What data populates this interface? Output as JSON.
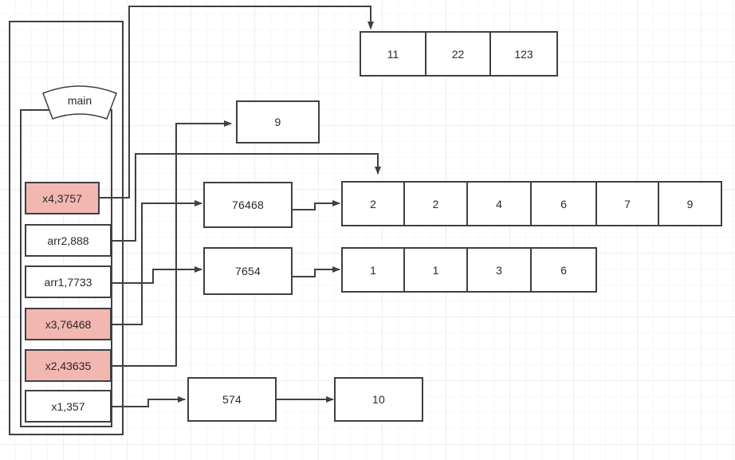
{
  "diagram": {
    "title_shape_label": "main",
    "colors": {
      "stroke": "#3c4144",
      "highlight_fill": "#f3b7b1",
      "node_fill": "#ffffff",
      "grid_minor": "#f7f7f7",
      "grid_major": "#ededed"
    },
    "stack": {
      "name": "main-stack-frame",
      "variables": [
        {
          "label": "x4,3757",
          "highlighted": true
        },
        {
          "label": "arr2,888",
          "highlighted": false
        },
        {
          "label": "arr1,7733",
          "highlighted": false
        },
        {
          "label": "x3,76468",
          "highlighted": true
        },
        {
          "label": "x2,43635",
          "highlighted": true
        },
        {
          "label": "x1,357",
          "highlighted": false
        }
      ]
    },
    "heap_boxes": [
      {
        "name": "box-9",
        "label": "9"
      },
      {
        "name": "box-76468",
        "label": "76468"
      },
      {
        "name": "box-7654",
        "label": "7654"
      },
      {
        "name": "box-574",
        "label": "574"
      },
      {
        "name": "box-10",
        "label": "10"
      }
    ],
    "arrays": [
      {
        "name": "array-top",
        "values": [
          "11",
          "22",
          "123"
        ]
      },
      {
        "name": "array-middle",
        "values": [
          "2",
          "2",
          "4",
          "6",
          "7",
          "9"
        ]
      },
      {
        "name": "array-bottom",
        "values": [
          "1",
          "1",
          "3",
          "6"
        ]
      }
    ]
  }
}
